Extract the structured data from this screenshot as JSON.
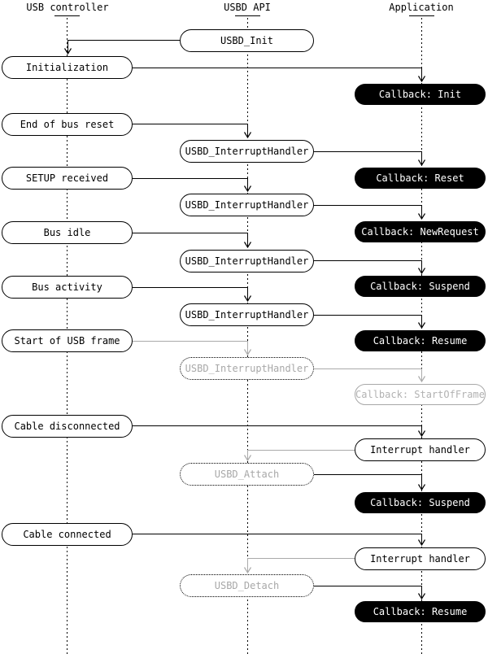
{
  "columns": [
    {
      "id": "usb-controller",
      "label": "USB controller"
    },
    {
      "id": "usbd-api",
      "label": "USBD API"
    },
    {
      "id": "application",
      "label": "Application"
    }
  ],
  "nodes": [
    {
      "id": "usbd-init",
      "label": "USBD_Init",
      "column": "usbd-api",
      "style": "plain"
    },
    {
      "id": "initialization",
      "label": "Initialization",
      "column": "usb-controller",
      "style": "plain"
    },
    {
      "id": "callback-init",
      "label": "Callback: Init",
      "column": "application",
      "style": "black"
    },
    {
      "id": "end-of-bus-reset",
      "label": "End of bus reset",
      "column": "usb-controller",
      "style": "plain"
    },
    {
      "id": "usbd-interrupthandler-1",
      "label": "USBD_InterruptHandler",
      "column": "usbd-api",
      "style": "plain"
    },
    {
      "id": "setup-received",
      "label": "SETUP received",
      "column": "usb-controller",
      "style": "plain"
    },
    {
      "id": "callback-reset",
      "label": "Callback: Reset",
      "column": "application",
      "style": "black"
    },
    {
      "id": "usbd-interrupthandler-2",
      "label": "USBD_InterruptHandler",
      "column": "usbd-api",
      "style": "plain"
    },
    {
      "id": "bus-idle",
      "label": "Bus idle",
      "column": "usb-controller",
      "style": "plain"
    },
    {
      "id": "callback-newrequest",
      "label": "Callback: NewRequest",
      "column": "application",
      "style": "black"
    },
    {
      "id": "usbd-interrupthandler-3",
      "label": "USBD_InterruptHandler",
      "column": "usbd-api",
      "style": "plain"
    },
    {
      "id": "bus-activity",
      "label": "Bus activity",
      "column": "usb-controller",
      "style": "plain"
    },
    {
      "id": "callback-suspend-1",
      "label": "Callback: Suspend",
      "column": "application",
      "style": "black"
    },
    {
      "id": "usbd-interrupthandler-4",
      "label": "USBD_InterruptHandler",
      "column": "usbd-api",
      "style": "plain"
    },
    {
      "id": "start-of-usb-frame",
      "label": "Start of USB frame",
      "column": "usb-controller",
      "style": "plain"
    },
    {
      "id": "callback-resume-1",
      "label": "Callback: Resume",
      "column": "application",
      "style": "black"
    },
    {
      "id": "usbd-interrupthandler-ghost",
      "label": "USBD_InterruptHandler",
      "column": "usbd-api",
      "style": "ghost"
    },
    {
      "id": "callback-startofframe",
      "label": "Callback: StartOfFrame",
      "column": "application",
      "style": "gray"
    },
    {
      "id": "cable-disconnected",
      "label": "Cable disconnected",
      "column": "usb-controller",
      "style": "plain"
    },
    {
      "id": "interrupt-handler-1",
      "label": "Interrupt handler",
      "column": "application",
      "style": "plain"
    },
    {
      "id": "usbd-attach",
      "label": "USBD_Attach",
      "column": "usbd-api",
      "style": "ghost"
    },
    {
      "id": "callback-suspend-2",
      "label": "Callback: Suspend",
      "column": "application",
      "style": "black"
    },
    {
      "id": "cable-connected",
      "label": "Cable connected",
      "column": "usb-controller",
      "style": "plain"
    },
    {
      "id": "interrupt-handler-2",
      "label": "Interrupt handler",
      "column": "application",
      "style": "plain"
    },
    {
      "id": "usbd-detach",
      "label": "USBD_Detach",
      "column": "usbd-api",
      "style": "ghost"
    },
    {
      "id": "callback-resume-2",
      "label": "Callback: Resume",
      "column": "application",
      "style": "black"
    }
  ],
  "edges": [
    {
      "from": "usbd-init",
      "to": "initialization",
      "color": "black"
    },
    {
      "from": "initialization",
      "to": "callback-init",
      "color": "black"
    },
    {
      "from": "end-of-bus-reset",
      "to": "usbd-interrupthandler-1",
      "color": "black"
    },
    {
      "from": "usbd-interrupthandler-1",
      "to": "callback-reset",
      "color": "black"
    },
    {
      "from": "setup-received",
      "to": "usbd-interrupthandler-2",
      "color": "black"
    },
    {
      "from": "usbd-interrupthandler-2",
      "to": "callback-newrequest",
      "color": "black"
    },
    {
      "from": "bus-idle",
      "to": "usbd-interrupthandler-3",
      "color": "black"
    },
    {
      "from": "usbd-interrupthandler-3",
      "to": "callback-suspend-1",
      "color": "black"
    },
    {
      "from": "bus-activity",
      "to": "usbd-interrupthandler-4",
      "color": "black"
    },
    {
      "from": "usbd-interrupthandler-4",
      "to": "callback-resume-1",
      "color": "black"
    },
    {
      "from": "start-of-usb-frame",
      "to": "usbd-interrupthandler-ghost",
      "color": "gray"
    },
    {
      "from": "usbd-interrupthandler-ghost",
      "to": "callback-startofframe",
      "color": "gray"
    },
    {
      "from": "cable-disconnected",
      "to": "interrupt-handler-1",
      "color": "black"
    },
    {
      "from": "interrupt-handler-1",
      "to": "usbd-attach",
      "color": "gray"
    },
    {
      "from": "usbd-attach",
      "to": "callback-suspend-2",
      "color": "black"
    },
    {
      "from": "cable-connected",
      "to": "interrupt-handler-2",
      "color": "black"
    },
    {
      "from": "interrupt-handler-2",
      "to": "usbd-detach",
      "color": "gray"
    },
    {
      "from": "usbd-detach",
      "to": "callback-resume-2",
      "color": "black"
    }
  ],
  "colors": {
    "line_black": "#000000",
    "line_gray": "#aaaaaa",
    "ghost_text": "#a8a8a8",
    "callback_bg": "#000000",
    "callback_text": "#ffffff"
  }
}
